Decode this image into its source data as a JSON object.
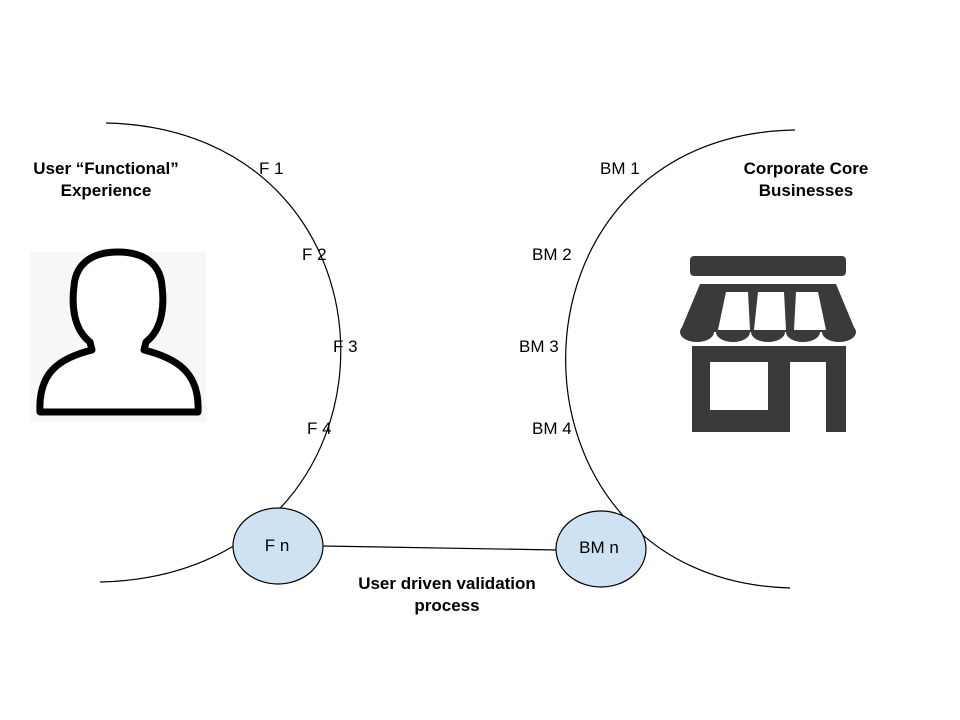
{
  "left_group": {
    "title_line1": "User “Functional”",
    "title_line2": "Experience",
    "icon": "person-icon",
    "items": [
      "F 1",
      "F 2",
      "F 3",
      "F 4"
    ],
    "bubble": "F n"
  },
  "right_group": {
    "title_line1": "Corporate Core",
    "title_line2": "Businesses",
    "icon": "storefront-icon",
    "items": [
      "BM 1",
      "BM 2",
      "BM 3",
      "BM 4"
    ],
    "bubble": "BM n"
  },
  "connector": {
    "label_line1": "User driven validation",
    "label_line2": "process"
  },
  "colors": {
    "bubble_fill": "#cfe2f3",
    "icon_dark": "#3a3a3a",
    "line": "#000000"
  }
}
